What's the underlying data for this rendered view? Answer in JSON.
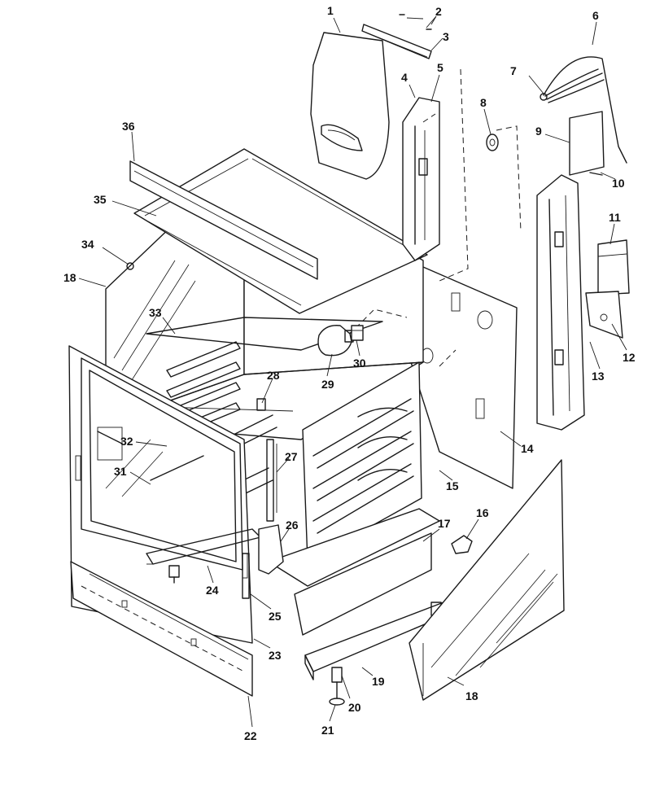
{
  "callouts": [
    {
      "id": "1",
      "text": "1"
    },
    {
      "id": "2",
      "text": "2"
    },
    {
      "id": "3",
      "text": "3"
    },
    {
      "id": "4",
      "text": "4"
    },
    {
      "id": "5",
      "text": "5"
    },
    {
      "id": "6",
      "text": "6"
    },
    {
      "id": "7",
      "text": "7"
    },
    {
      "id": "8",
      "text": "8"
    },
    {
      "id": "9",
      "text": "9"
    },
    {
      "id": "10",
      "text": "10"
    },
    {
      "id": "11",
      "text": "11"
    },
    {
      "id": "12",
      "text": "12"
    },
    {
      "id": "13",
      "text": "13"
    },
    {
      "id": "14",
      "text": "14"
    },
    {
      "id": "15",
      "text": "15"
    },
    {
      "id": "16",
      "text": "16"
    },
    {
      "id": "17",
      "text": "17"
    },
    {
      "id": "18a",
      "text": "18"
    },
    {
      "id": "18b",
      "text": "18"
    },
    {
      "id": "19",
      "text": "19"
    },
    {
      "id": "20",
      "text": "20"
    },
    {
      "id": "21",
      "text": "21"
    },
    {
      "id": "22",
      "text": "22"
    },
    {
      "id": "23",
      "text": "23"
    },
    {
      "id": "24",
      "text": "24"
    },
    {
      "id": "25",
      "text": "25"
    },
    {
      "id": "26",
      "text": "26"
    },
    {
      "id": "27",
      "text": "27"
    },
    {
      "id": "28",
      "text": "28"
    },
    {
      "id": "29",
      "text": "29"
    },
    {
      "id": "30",
      "text": "30"
    },
    {
      "id": "31",
      "text": "31"
    },
    {
      "id": "32",
      "text": "32"
    },
    {
      "id": "33",
      "text": "33"
    },
    {
      "id": "34",
      "text": "34"
    },
    {
      "id": "35",
      "text": "35"
    },
    {
      "id": "36",
      "text": "36"
    }
  ]
}
